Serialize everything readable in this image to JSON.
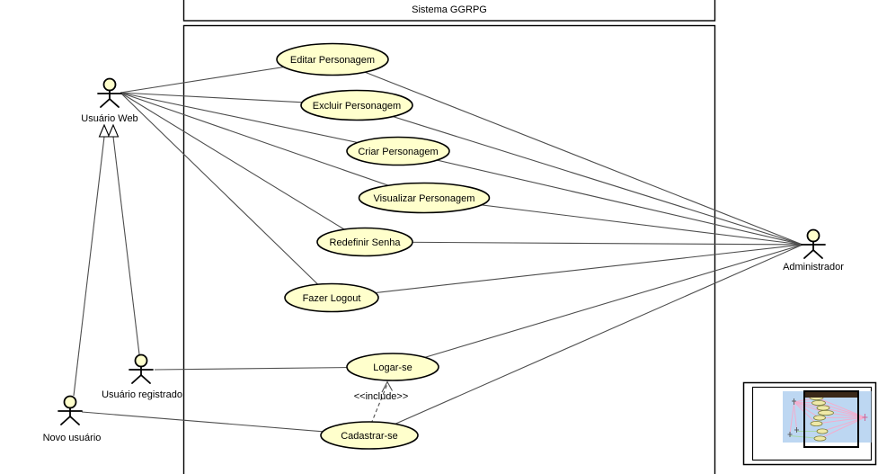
{
  "system": {
    "title": "Sistema GGRPG"
  },
  "actors": {
    "usuario_web": "Usuário Web",
    "usuario_registrado": "Usuário registrado",
    "novo_usuario": "Novo usuário",
    "administrador": "Administrador"
  },
  "use_cases": {
    "editar": "Editar Personagem",
    "excluir": "Excluir Personagem",
    "criar": "Criar Personagem",
    "visualizar": "Visualizar Personagem",
    "redefinir": "Redefinir Senha",
    "logout": "Fazer Logout",
    "logar": "Logar-se",
    "cadastrar": "Cadastrar-se"
  },
  "relations": {
    "include_stereotype": "<<include>>"
  },
  "colors": {
    "use_case_fill": "#FFFFCC",
    "edge": "#4d4d4d",
    "minimap_background": "#BDD7F2",
    "minimap_link_pink": "#F2AECE",
    "minimap_link_green": "#A8D8A8",
    "minimap_titlebar": "#3A2818"
  }
}
